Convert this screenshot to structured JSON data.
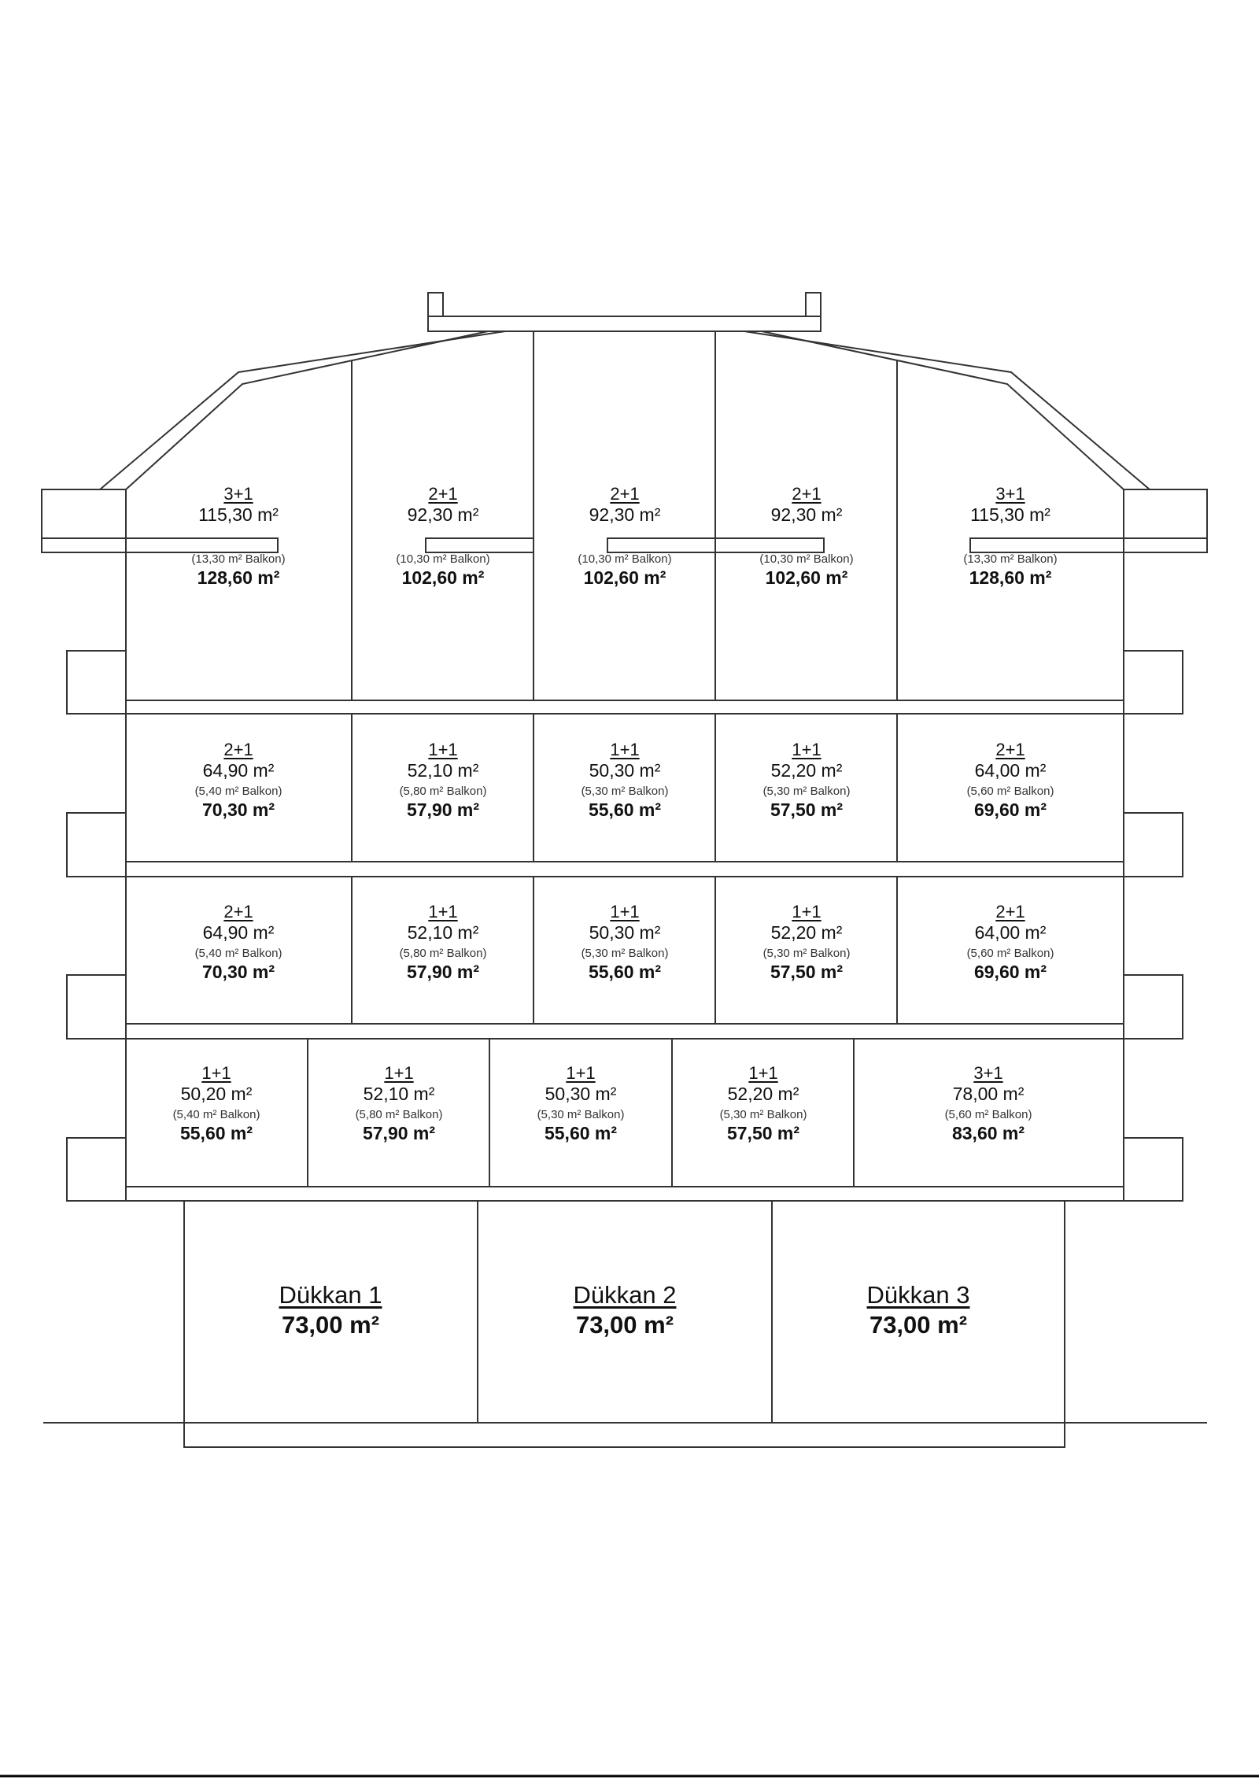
{
  "floors": [
    {
      "name": "top-floor",
      "units": [
        {
          "type": "3+1",
          "area": "115,30 m²",
          "balcony": "(13,30 m² Balkon)",
          "total": "128,60 m²"
        },
        {
          "type": "2+1",
          "area": "92,30 m²",
          "balcony": "(10,30 m² Balkon)",
          "total": "102,60 m²"
        },
        {
          "type": "2+1",
          "area": "92,30 m²",
          "balcony": "(10,30 m² Balkon)",
          "total": "102,60 m²"
        },
        {
          "type": "2+1",
          "area": "92,30 m²",
          "balcony": "(10,30 m² Balkon)",
          "total": "102,60 m²"
        },
        {
          "type": "3+1",
          "area": "115,30 m²",
          "balcony": "(13,30 m² Balkon)",
          "total": "128,60 m²"
        }
      ]
    },
    {
      "name": "floor-3",
      "units": [
        {
          "type": "2+1",
          "area": "64,90 m²",
          "balcony": "(5,40 m² Balkon)",
          "total": "70,30 m²"
        },
        {
          "type": "1+1",
          "area": "52,10 m²",
          "balcony": "(5,80 m² Balkon)",
          "total": "57,90 m²"
        },
        {
          "type": "1+1",
          "area": "50,30 m²",
          "balcony": "(5,30 m² Balkon)",
          "total": "55,60 m²"
        },
        {
          "type": "1+1",
          "area": "52,20 m²",
          "balcony": "(5,30 m² Balkon)",
          "total": "57,50 m²"
        },
        {
          "type": "2+1",
          "area": "64,00 m²",
          "balcony": "(5,60 m² Balkon)",
          "total": "69,60 m²"
        }
      ]
    },
    {
      "name": "floor-2",
      "units": [
        {
          "type": "2+1",
          "area": "64,90 m²",
          "balcony": "(5,40 m² Balkon)",
          "total": "70,30 m²"
        },
        {
          "type": "1+1",
          "area": "52,10 m²",
          "balcony": "(5,80 m² Balkon)",
          "total": "57,90 m²"
        },
        {
          "type": "1+1",
          "area": "50,30 m²",
          "balcony": "(5,30 m² Balkon)",
          "total": "55,60 m²"
        },
        {
          "type": "1+1",
          "area": "52,20 m²",
          "balcony": "(5,30 m² Balkon)",
          "total": "57,50 m²"
        },
        {
          "type": "2+1",
          "area": "64,00 m²",
          "balcony": "(5,60 m² Balkon)",
          "total": "69,60 m²"
        }
      ]
    },
    {
      "name": "floor-1",
      "units": [
        {
          "type": "1+1",
          "area": "50,20 m²",
          "balcony": "(5,40 m² Balkon)",
          "total": "55,60 m²"
        },
        {
          "type": "1+1",
          "area": "52,10 m²",
          "balcony": "(5,80 m² Balkon)",
          "total": "57,90 m²"
        },
        {
          "type": "1+1",
          "area": "50,30 m²",
          "balcony": "(5,30 m² Balkon)",
          "total": "55,60 m²"
        },
        {
          "type": "1+1",
          "area": "52,20 m²",
          "balcony": "(5,30 m² Balkon)",
          "total": "57,50 m²"
        },
        {
          "type": "3+1",
          "area": "78,00 m²",
          "balcony": "(5,60 m² Balkon)",
          "total": "83,60 m²"
        }
      ]
    }
  ],
  "shops": [
    {
      "name": "Dükkan 1",
      "area": "73,00 m²"
    },
    {
      "name": "Dükkan 2",
      "area": "73,00 m²"
    },
    {
      "name": "Dükkan 3",
      "area": "73,00 m²"
    }
  ],
  "colors": {
    "line": "#333333",
    "background": "#ffffff"
  }
}
